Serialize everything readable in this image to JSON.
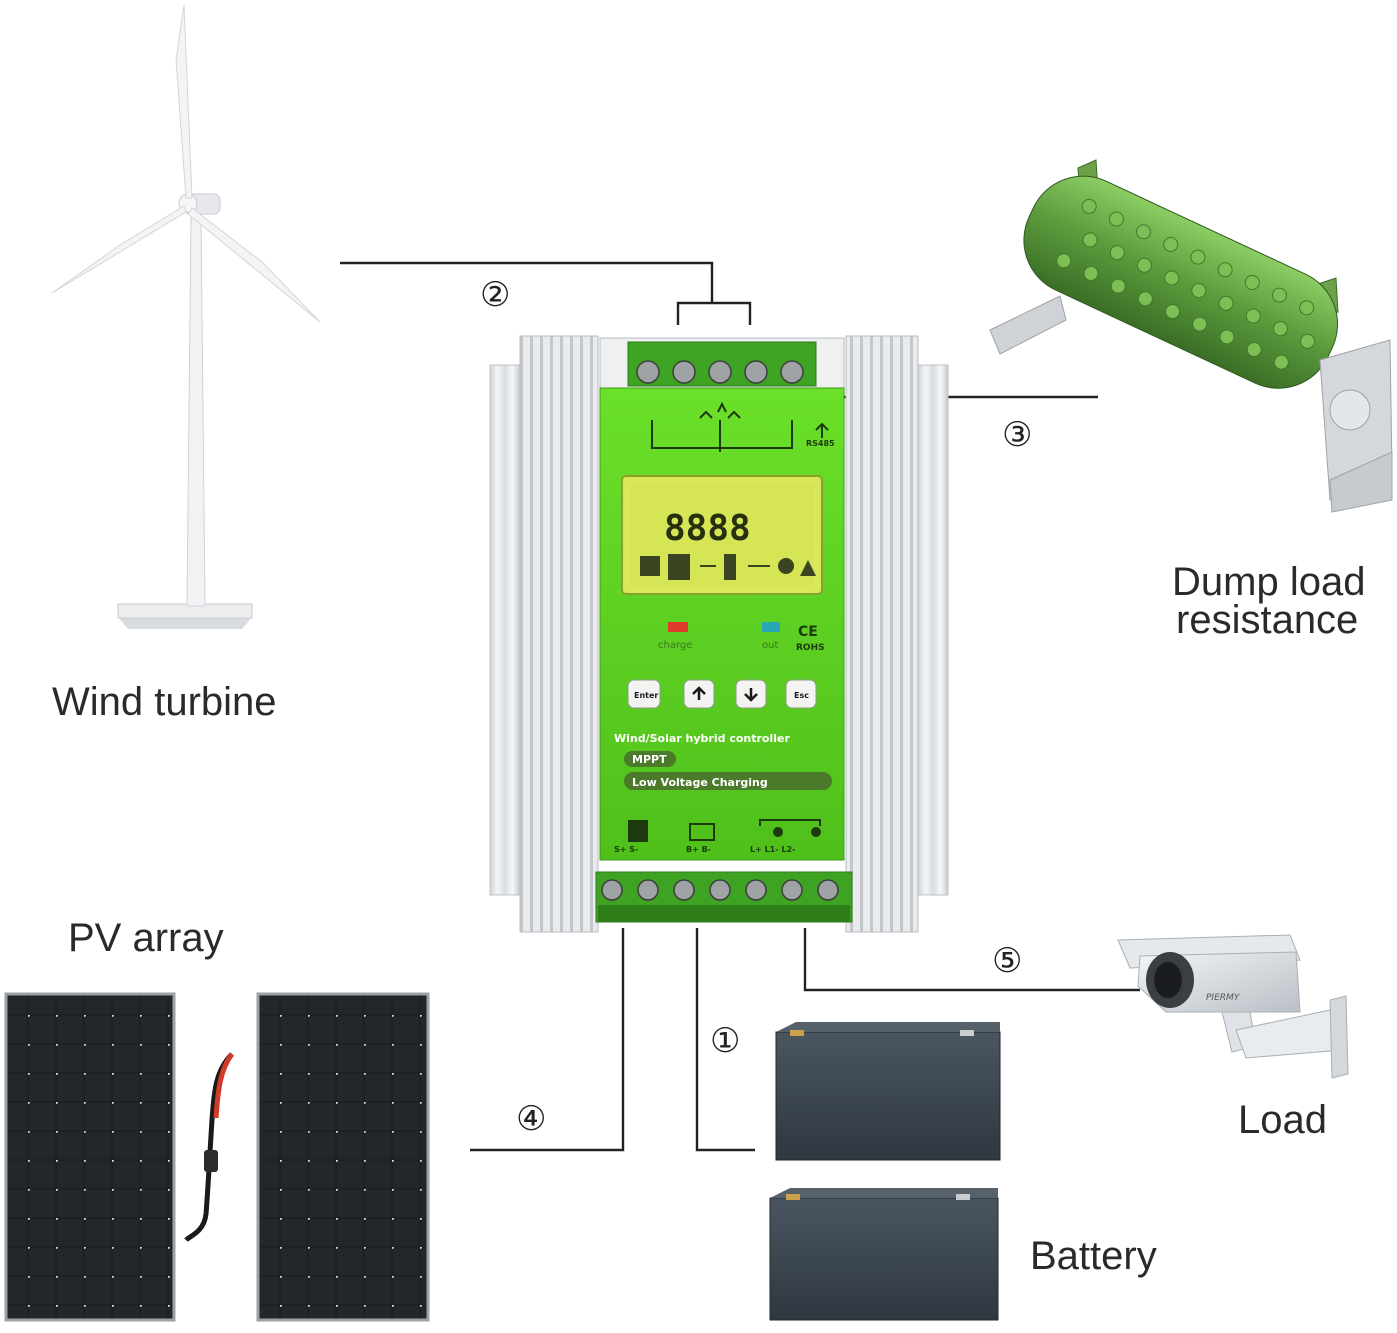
{
  "labels": {
    "wind_turbine": "Wind turbine",
    "dump_load_line1": "Dump load",
    "dump_load_line2": "resistance",
    "pv_array": "PV array",
    "load": "Load",
    "battery": "Battery"
  },
  "connections": {
    "n1": "①",
    "n2": "②",
    "n3": "③",
    "n4": "④",
    "n5": "⑤"
  },
  "controller": {
    "lcd_digits": "8888",
    "led_charge": "charge",
    "led_out": "out",
    "cert_ce": "CE",
    "cert_rohs": "ROHS",
    "btn_enter": "Enter",
    "btn_esc": "Esc",
    "title": "Wind/Solar hybrid controller",
    "badge_mppt": "MPPT",
    "badge_lvc": "Low Voltage Charging",
    "rs485": "RS485",
    "term_s": "S+  S-",
    "term_b": "B+  B-",
    "term_l": "L+  L1-  L2-"
  },
  "camera": {
    "brand": "PIERMY"
  },
  "colors": {
    "controller_green": "#5ed21e",
    "lcd": "#d8e85a",
    "resistor_green": "#5b9a3c",
    "battery": "#3b4650",
    "panel": "#1c1e22",
    "line": "#222222"
  }
}
